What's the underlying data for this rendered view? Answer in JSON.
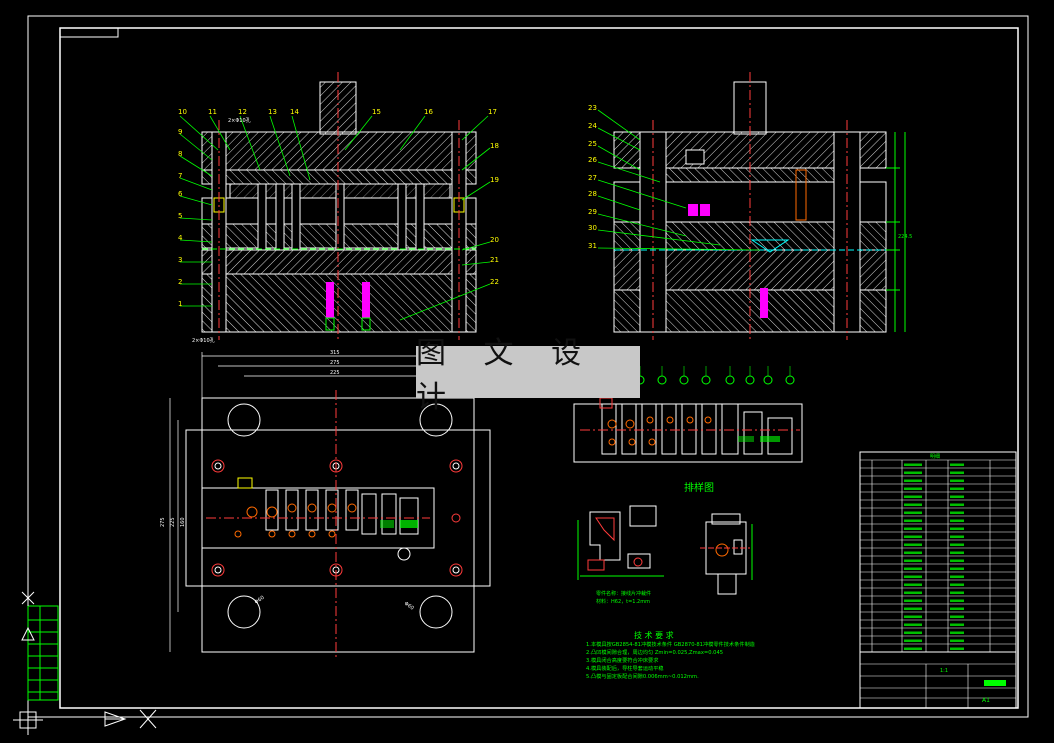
{
  "watermark": "图 文 设 计",
  "layout_title": "排样图",
  "sheet_size": "A1",
  "scale": "1:1",
  "part_note_lines": [
    "零件名称：接线片冲裁件",
    "材料：H62，t=1.2mm"
  ],
  "tech_title": "技 术 要 求",
  "tech_requirements": [
    "1.本模具按GB2854-81冲模技术条件  GB2870-81冲模零件技术条件制造",
    "2.凸凹模间隙合理，周边均匀  Zmin=0.025,Zmax=0.045",
    "3.模具闭合高度要符合冲床要求",
    "4.模具装配后，导柱导套运动平稳",
    "5.凸模与固定板配合间隙0.006mm~0.012mm."
  ],
  "left_view_callouts": [
    "10",
    "11",
    "12",
    "13",
    "14",
    "15",
    "16",
    "17",
    "9",
    "8",
    "7",
    "6",
    "5",
    "4",
    "3",
    "2",
    "1",
    "18",
    "19",
    "20",
    "21",
    "22"
  ],
  "right_view_callouts": [
    "23",
    "24",
    "25",
    "26",
    "27",
    "28",
    "29",
    "30",
    "31"
  ],
  "dim_labels": {
    "top_overall": "315",
    "top_mid": "275",
    "top_inner": "225",
    "left_overall": "275",
    "left_mid": "225",
    "left_inner": "160",
    "pin_top": "2×Φ10孔",
    "pin_bottom": "2×Φ10孔",
    "hole_left": "Φ60",
    "hole_right": "Φ60",
    "right_height": "224.5"
  },
  "bom_header": "明细",
  "colors": {
    "outline": "#ffffff",
    "hatch": "#ffffff",
    "callout": "#ffff00",
    "leader": "#00ff00",
    "center": "#ff3b3b",
    "punch": "#ff00ff",
    "dim": "#00ffff",
    "part": "#ff6a00"
  }
}
